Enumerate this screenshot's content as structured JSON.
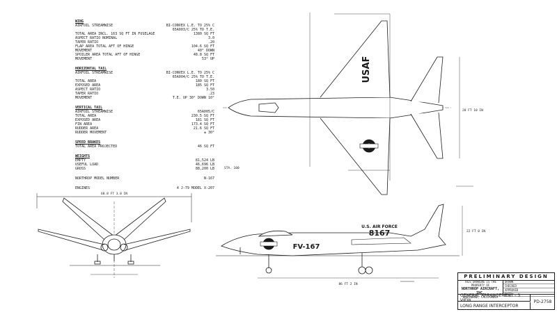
{
  "specs": {
    "wing": {
      "header": "WING",
      "rows": [
        [
          "AIRFOIL STREAMWISE",
          "BI-CONVEX L.E. TO 25% C"
        ],
        [
          "",
          "65A003/C 25% TO T.E."
        ],
        [
          "TOTAL AREA INCL. 163 SQ FT IN FUSELAGE",
          "1380 SQ FT"
        ],
        [
          "ASPECT RATIO NOMINAL",
          "3.0"
        ],
        [
          "TAPER RATIO",
          ".20"
        ],
        [
          "FLAP AREA TOTAL AFT OF HINGE",
          "104.6 SQ FT"
        ],
        [
          "MOVEMENT",
          "40° DOWN"
        ],
        [
          "SPOILER AREA TOTAL AFT OF HINGE",
          "48.8 SQ FT"
        ],
        [
          "MOVEMENT",
          "53° UP"
        ]
      ]
    },
    "htail": {
      "header": "HORIZONTAL TAIL",
      "rows": [
        [
          "AIRFOIL STREAMWISE",
          "BI-CONVEX L.E. TO 25% C"
        ],
        [
          "",
          "65A004/C 25% TO T.E."
        ],
        [
          "TOTAL AREA",
          "180 SQ FT"
        ],
        [
          "EXPOSED AREA",
          "185 SQ FT"
        ],
        [
          "ASPECT RATIO",
          "3.50"
        ],
        [
          "TAPER RATIO",
          ".23"
        ],
        [
          "MOVEMENT",
          "T.E. UP 30° DOWN 10°"
        ]
      ]
    },
    "vtail": {
      "header": "VERTICAL TAIL",
      "rows": [
        [
          "AIRFOIL STREAMWISE",
          "65A005/C"
        ],
        [
          "TOTAL AREA",
          "230.5 SQ FT"
        ],
        [
          "EXPOSED AREA",
          "181 SQ FT"
        ],
        [
          "FIN AREA",
          "173.4 SQ FT"
        ],
        [
          "RUDDER AREA",
          "21.6 SQ FT"
        ],
        [
          "RUDDER MOVEMENT",
          "± 30°"
        ]
      ]
    },
    "brakes": {
      "header": "SPEED BRAKES",
      "rows": [
        [
          "TOTAL AREA PROJECTED",
          "46 SQ FT"
        ]
      ]
    },
    "weights": {
      "header": "WEIGHTS",
      "rows": [
        [
          "EMPTY",
          "81,524 LB"
        ],
        [
          "USEFUL LOAD",
          "46,696 LB"
        ],
        [
          "GROSS",
          "88,200 LB"
        ]
      ]
    },
    "model": [
      [
        "NORTHROP MODEL NUMBER",
        "N-167"
      ]
    ],
    "engines": [
      [
        "ENGINES",
        "4 J-79 MODEL X-207"
      ]
    ]
  },
  "markings": {
    "usaf": "USAF",
    "usaf_fuselage": "U.S. AIR FORCE",
    "tail_number": "8167",
    "buzz_number": "FV-167"
  },
  "dims": {
    "span": "68.8 FT 3.0 IN",
    "length": "86 FT 2 IN",
    "height": "22 FT 0 IN",
    "tail_span": "28 FT 10 IN",
    "sta": "STA. 100"
  },
  "title_block": {
    "banner": "PRELIMINARY DESIGN",
    "company_top": "THIS DRAWING IS THE PROPERTY OF",
    "company": "NORTHROP AIRCRAFT, INC.",
    "company_loc": "HAWTHORNE, CALIFORNIA",
    "sign_rows": [
      "DRAWN",
      "CHECKED",
      "APPROVED",
      "DATE"
    ],
    "title1": "GENERAL ARRANGEMENT - 3 VIEW",
    "title2": "LONG RANGE INTERCEPTOR",
    "dwg_no": "PD-2758"
  }
}
